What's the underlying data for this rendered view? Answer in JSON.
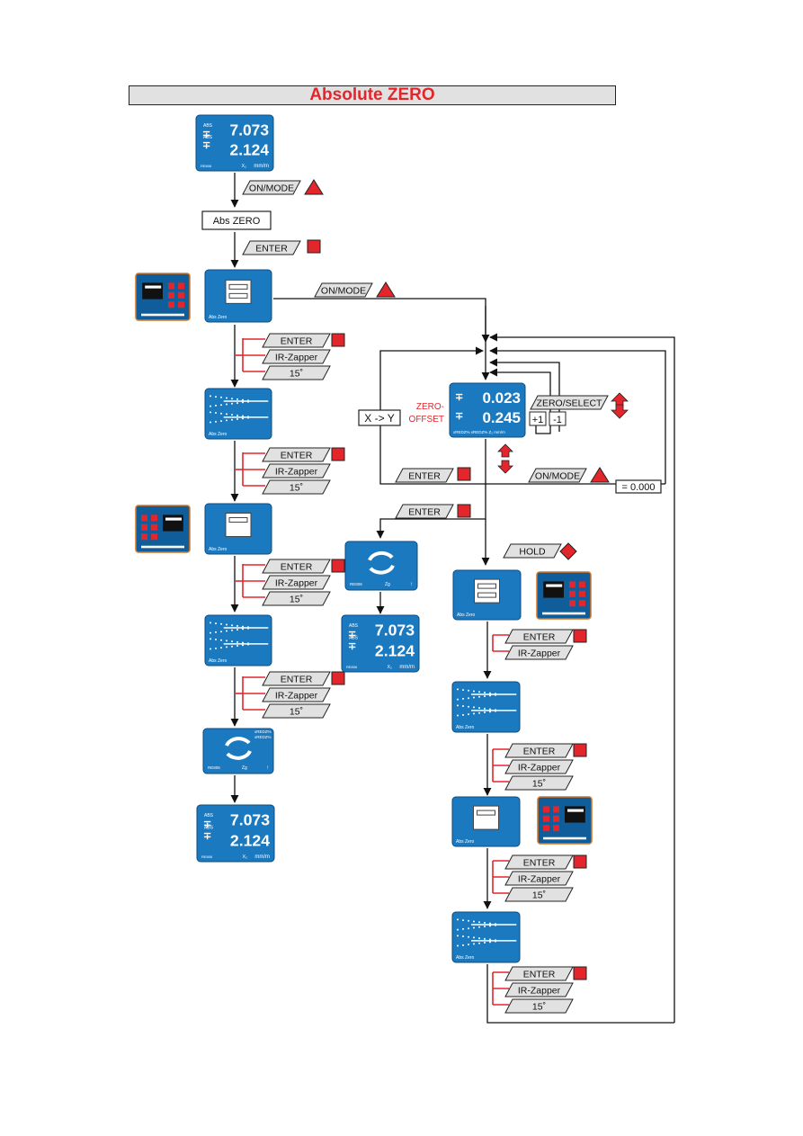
{
  "title": "Absolute ZERO",
  "screens": {
    "readout": {
      "line1": "7.073",
      "line2": "2.124",
      "unit": "mm/m",
      "corner": "RE806",
      "axis": "X₂",
      "abs": "ABS"
    },
    "offset": {
      "line1": "0.023",
      "line2": "0.245",
      "bottom": "xREDZ%  xREDZ%  Z₂  mm/m"
    },
    "measure": {
      "footer": "Abs Zero"
    },
    "store": {
      "footer": "Abs Zero"
    },
    "loop": {
      "left": "RE806",
      "mid": "Zg",
      "top1": "xREDZ%",
      "top2": "xREDZ%"
    }
  },
  "buttons": {
    "on_mode": "ON/MODE",
    "enter": "ENTER",
    "ir_zapper": "IR-Zapper",
    "angle": "15˚",
    "zero_select": "ZERO/SELECT",
    "hold": "HOLD",
    "xy": "X -> Y",
    "plus1": "+1",
    "minus1": "-1",
    "equals_zero": "= 0.000"
  },
  "menu_box": "Abs ZERO",
  "offset_label": {
    "line1": "ZERO-",
    "line2": "OFFSET"
  },
  "colors": {
    "lcd": "#1b79c0",
    "red": "#e3262b",
    "key_fill": "#e1e1e1"
  }
}
